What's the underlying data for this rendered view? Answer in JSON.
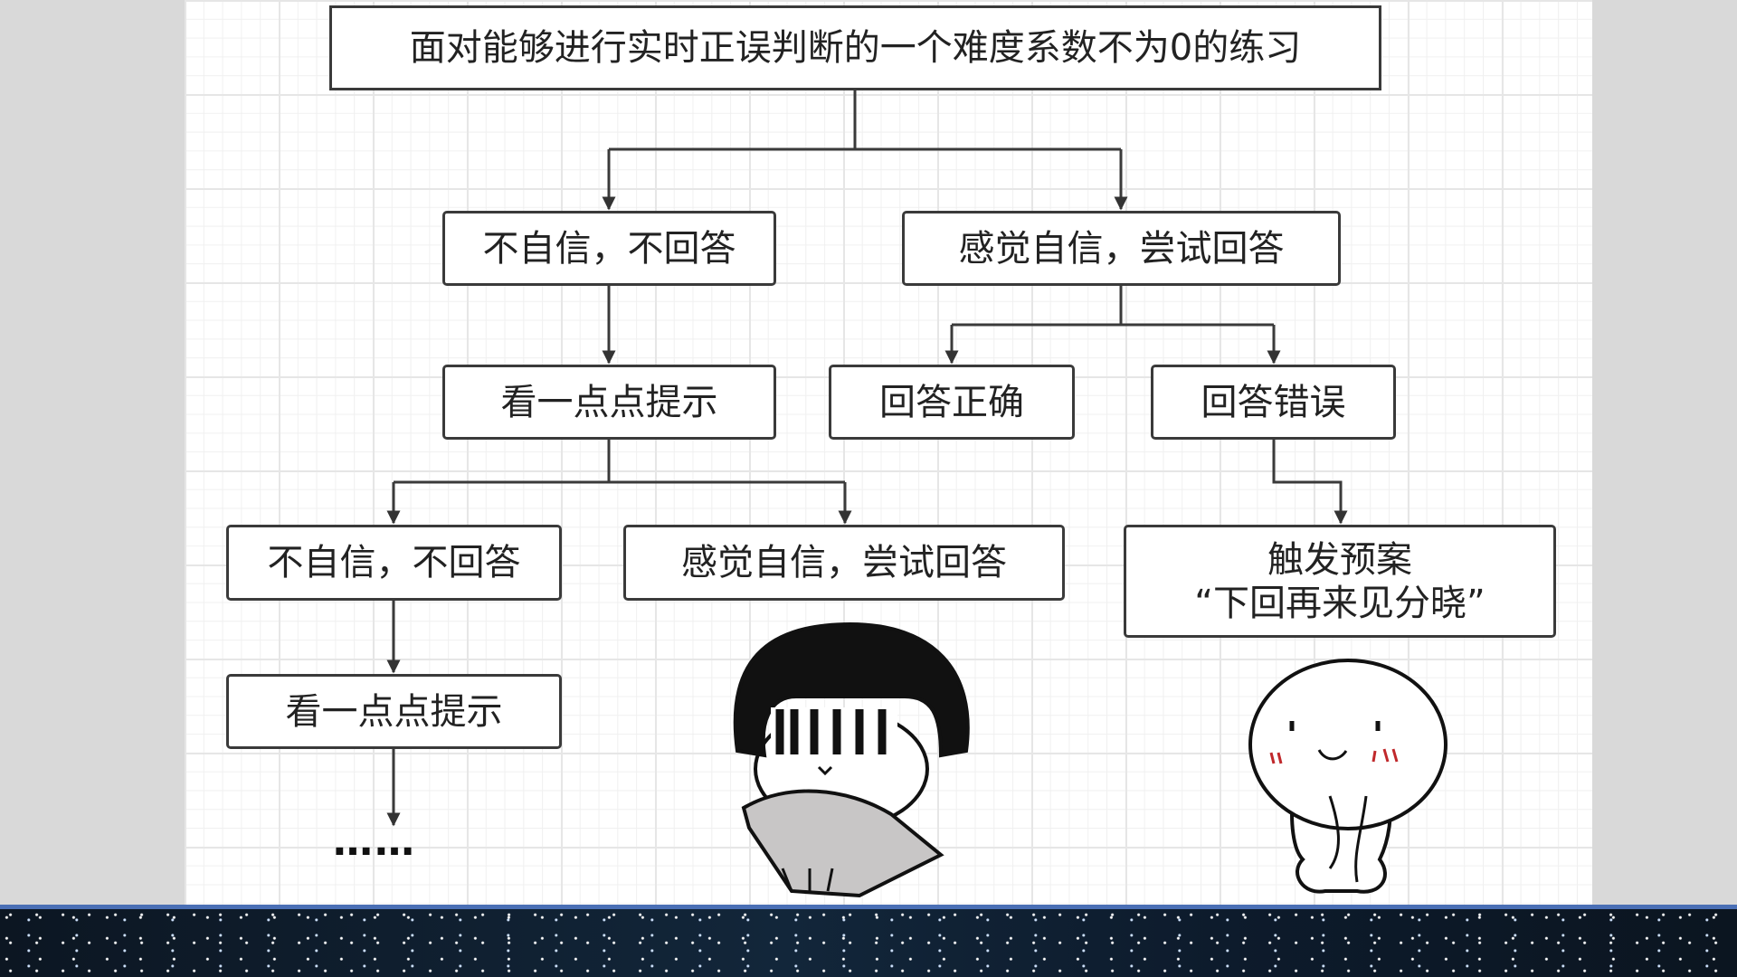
{
  "diagram": {
    "root": "面对能够进行实时正误判断的一个难度系数不为0的练习",
    "l1_left": "不自信，不回答",
    "l1_right": "感觉自信，尝试回答",
    "l2_hint": "看一点点提示",
    "l2_correct": "回答正确",
    "l2_wrong": "回答错误",
    "l3_left": "不自信，不回答",
    "l3_mid": "感觉自信，尝试回答",
    "l3_plan_line1": "触发预案",
    "l3_plan_line2": "“下回再来见分晓”",
    "l4_hint": "看一点点提示",
    "ellipsis": "……"
  }
}
